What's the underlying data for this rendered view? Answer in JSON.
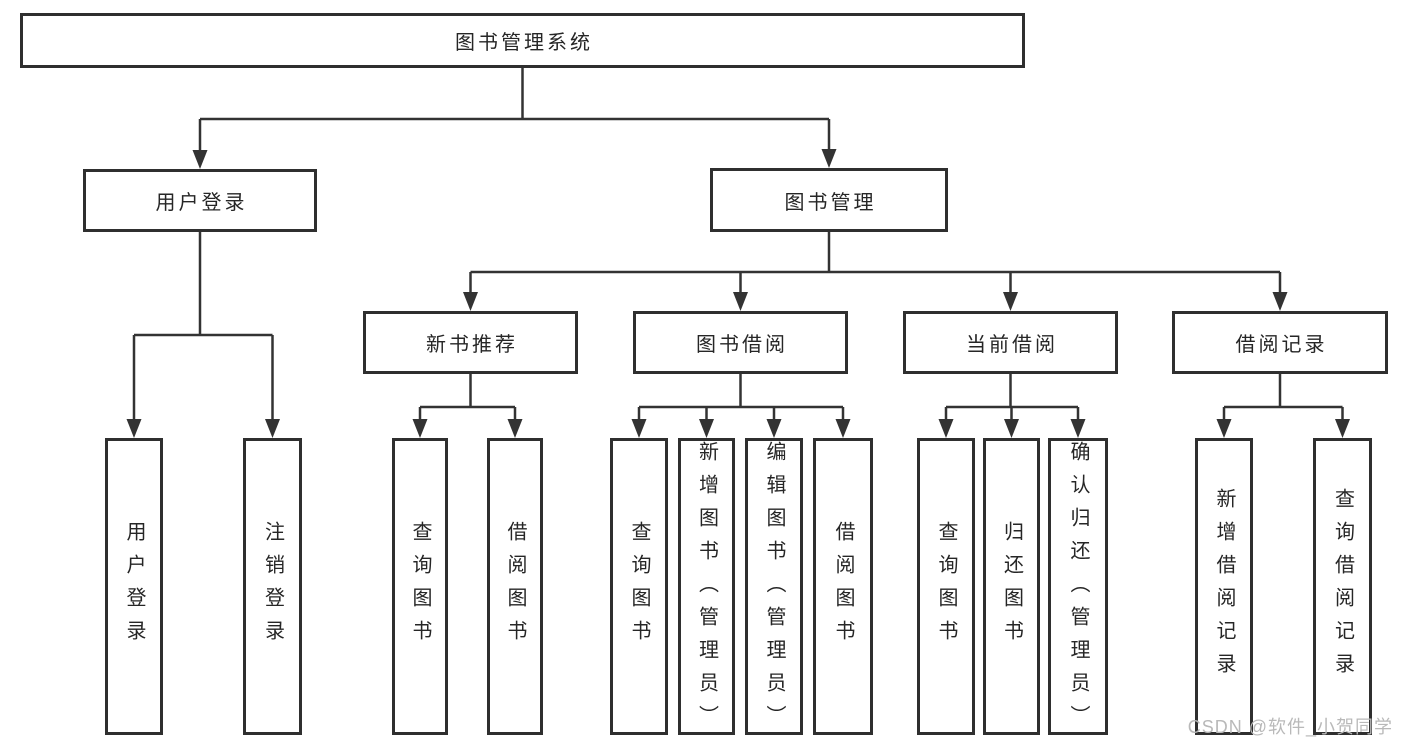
{
  "diagram": {
    "title": "图书管理系统",
    "level2": {
      "user_login": "用户登录",
      "book_mgmt": "图书管理"
    },
    "level3": {
      "new_book": "新书推荐",
      "book_borrow": "图书借阅",
      "current_borrow": "当前借阅",
      "borrow_record": "借阅记录"
    },
    "leaves": {
      "user_login": [
        "用户登录",
        "注销登录"
      ],
      "new_book": [
        "查询图书",
        "借阅图书"
      ],
      "book_borrow": [
        "查询图书",
        "新增图书（管理员）",
        "编辑图书（管理员）",
        "借阅图书"
      ],
      "current_borrow": [
        "查询图书",
        "归还图书",
        "确认归还（管理员）"
      ],
      "borrow_record": [
        "新增借阅记录",
        "查询借阅记录"
      ]
    }
  },
  "watermark": "CSDN @软件_小贺同学",
  "colors": {
    "line": "#333333",
    "border": "#2f2f2f",
    "text": "#262626",
    "watermark": "#b9b9b9",
    "background": "#ffffff"
  }
}
